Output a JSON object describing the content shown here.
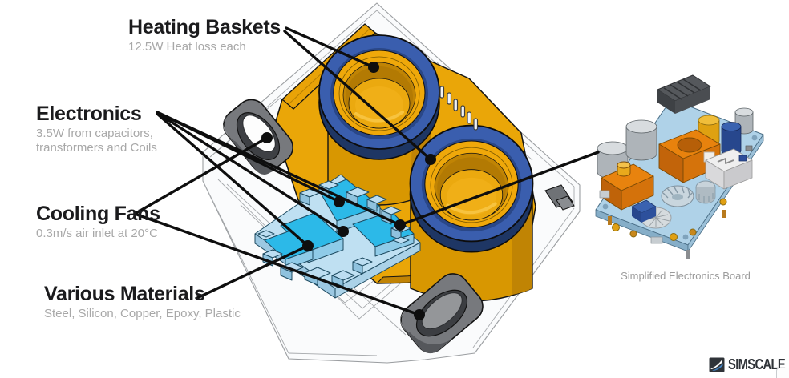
{
  "annotations": [
    {
      "id": "heating_baskets",
      "title": "Heating Baskets",
      "subtitle": "12.5W Heat loss each"
    },
    {
      "id": "electronics",
      "title": "Electronics",
      "subtitle": "3.5W from capacitors, transformers and Coils"
    },
    {
      "id": "cooling_fans",
      "title": "Cooling Fans",
      "subtitle": "0.3m/s air inlet at 20°C"
    },
    {
      "id": "various_materials",
      "title": "Various Materials",
      "subtitle": "Steel, Silicon, Copper, Epoxy, Plastic"
    }
  ],
  "side_image": {
    "caption": "Simplified Electronics Board"
  },
  "brand": {
    "name": "SIMSCALE"
  },
  "colors": {
    "chassis_yellow": "#EAA608",
    "chassis_yellow_dark": "#C18304",
    "basket_ring_blue": "#3A5EAE",
    "basket_ring_navy": "#1E3664",
    "basket_cup_yellow": "#EFA80A",
    "electronics_cyan": "#2CB9E8",
    "electronics_pale": "#BCDDF1",
    "fan_gray": "#77797D",
    "fan_gray_dark": "#3E4044",
    "casing_line_gray": "#9B9EA1",
    "pcb_board_blue": "#AFD2E8",
    "pcb_orange": "#E8820D",
    "leader_black": "#0E0E0E",
    "heading_text": "#1B1B1D",
    "subtitle_text": "#A8A8A8",
    "caption_text": "#9B9B9B",
    "brand_dark": "#2F3338",
    "brand_blue": "#3F7FBE"
  }
}
